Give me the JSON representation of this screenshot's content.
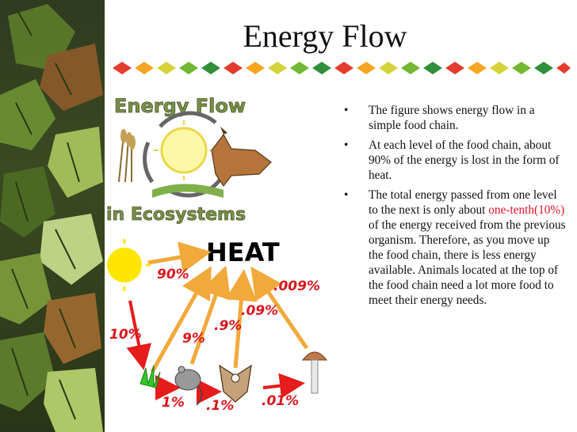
{
  "slide": {
    "title": "Energy Flow"
  },
  "logo": {
    "line1": "Energy Flow",
    "line2": "in Ecosystems"
  },
  "diagram": {
    "heat_label": "HEAT",
    "labels": {
      "p90": "90%",
      "p10": "10%",
      "p9": "9%",
      "p09": ".9%",
      "p009": ".09%",
      "p0009": ".009%",
      "p1": "1%",
      "p01": ".1%",
      "p001": ".01%"
    },
    "colors": {
      "arrow_orange": "#f2a93b",
      "arrow_red": "#e61b1b",
      "sun": "#ffe600",
      "text_red": "#d9161c"
    }
  },
  "bullets": [
    {
      "text": "The figure shows energy flow in a simple food chain."
    },
    {
      "text": "At each level of the food chain, about 90% of the energy is lost in the form of heat."
    },
    {
      "before": "The total energy passed from one level to the next is only about ",
      "highlight": "one-tenth(10%)",
      "after": " of the energy received from the previous organism. Therefore, as you move up the food chain, there is less energy available. Animals located at the top of the food chain need a lot more food to meet their energy needs."
    }
  ]
}
